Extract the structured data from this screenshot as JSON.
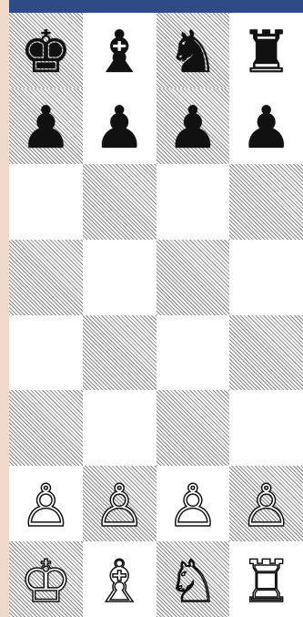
{
  "colors": {
    "background": "#f2d8c6",
    "topbar": "#2f4b86",
    "light_square": "#ffffff",
    "dark_square_hatch": "#8a8a8a",
    "black_piece": "#111111",
    "white_piece": "#ffffff"
  },
  "board": {
    "columns": 4,
    "rows": 8,
    "squares": [
      [
        {
          "shade": "dark",
          "piece": "black-king",
          "glyph": "♚"
        },
        {
          "shade": "light",
          "piece": "black-bishop",
          "glyph": "♝"
        },
        {
          "shade": "dark",
          "piece": "black-knight",
          "glyph": "♞"
        },
        {
          "shade": "light",
          "piece": "black-rook",
          "glyph": "♜"
        }
      ],
      [
        {
          "shade": "dark",
          "piece": "black-pawn",
          "glyph": "♟"
        },
        {
          "shade": "light",
          "piece": "black-pawn",
          "glyph": "♟"
        },
        {
          "shade": "dark",
          "piece": "black-pawn",
          "glyph": "♟"
        },
        {
          "shade": "light",
          "piece": "black-pawn",
          "glyph": "♟"
        }
      ],
      [
        {
          "shade": "light",
          "piece": "",
          "glyph": ""
        },
        {
          "shade": "dark",
          "piece": "",
          "glyph": ""
        },
        {
          "shade": "light",
          "piece": "",
          "glyph": ""
        },
        {
          "shade": "dark",
          "piece": "",
          "glyph": ""
        }
      ],
      [
        {
          "shade": "dark",
          "piece": "",
          "glyph": ""
        },
        {
          "shade": "light",
          "piece": "",
          "glyph": ""
        },
        {
          "shade": "dark",
          "piece": "",
          "glyph": ""
        },
        {
          "shade": "light",
          "piece": "",
          "glyph": ""
        }
      ],
      [
        {
          "shade": "light",
          "piece": "",
          "glyph": ""
        },
        {
          "shade": "dark",
          "piece": "",
          "glyph": ""
        },
        {
          "shade": "light",
          "piece": "",
          "glyph": ""
        },
        {
          "shade": "dark",
          "piece": "",
          "glyph": ""
        }
      ],
      [
        {
          "shade": "dark",
          "piece": "",
          "glyph": ""
        },
        {
          "shade": "light",
          "piece": "",
          "glyph": ""
        },
        {
          "shade": "dark",
          "piece": "",
          "glyph": ""
        },
        {
          "shade": "light",
          "piece": "",
          "glyph": ""
        }
      ],
      [
        {
          "shade": "light",
          "piece": "white-pawn",
          "glyph": "♙"
        },
        {
          "shade": "dark",
          "piece": "white-pawn",
          "glyph": "♙"
        },
        {
          "shade": "light",
          "piece": "white-pawn",
          "glyph": "♙"
        },
        {
          "shade": "dark",
          "piece": "white-pawn",
          "glyph": "♙"
        }
      ],
      [
        {
          "shade": "dark",
          "piece": "white-king",
          "glyph": "♔"
        },
        {
          "shade": "light",
          "piece": "white-bishop",
          "glyph": "♗"
        },
        {
          "shade": "dark",
          "piece": "white-knight",
          "glyph": "♘"
        },
        {
          "shade": "light",
          "piece": "white-rook",
          "glyph": "♖"
        }
      ]
    ]
  }
}
